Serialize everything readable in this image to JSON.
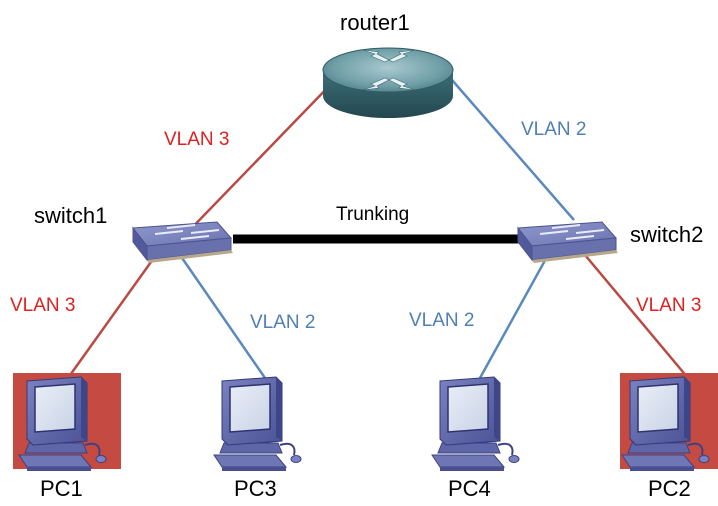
{
  "colors": {
    "vlan3": "#e02020",
    "vlan2": "#4f7fb5",
    "vlan3_link": "#b84a44",
    "vlan2_link": "#5b89bd",
    "trunk": "#000000",
    "vlan3_pc_background": "#c54a42"
  },
  "nodes": {
    "router1": "router1",
    "switch1": "switch1",
    "switch2": "switch2",
    "pc1": "PC1",
    "pc2": "PC2",
    "pc3": "PC3",
    "pc4": "PC4"
  },
  "links": {
    "router_switch1": "VLAN 3",
    "router_switch2": "VLAN 2",
    "switch1_switch2": "Trunking",
    "switch1_pc1": "VLAN 3",
    "switch1_pc3": "VLAN 2",
    "switch2_pc4": "VLAN 2",
    "switch2_pc2": "VLAN 3"
  },
  "icons": {
    "router": "router-icon",
    "switch": "switch-icon",
    "pc": "pc-icon"
  }
}
